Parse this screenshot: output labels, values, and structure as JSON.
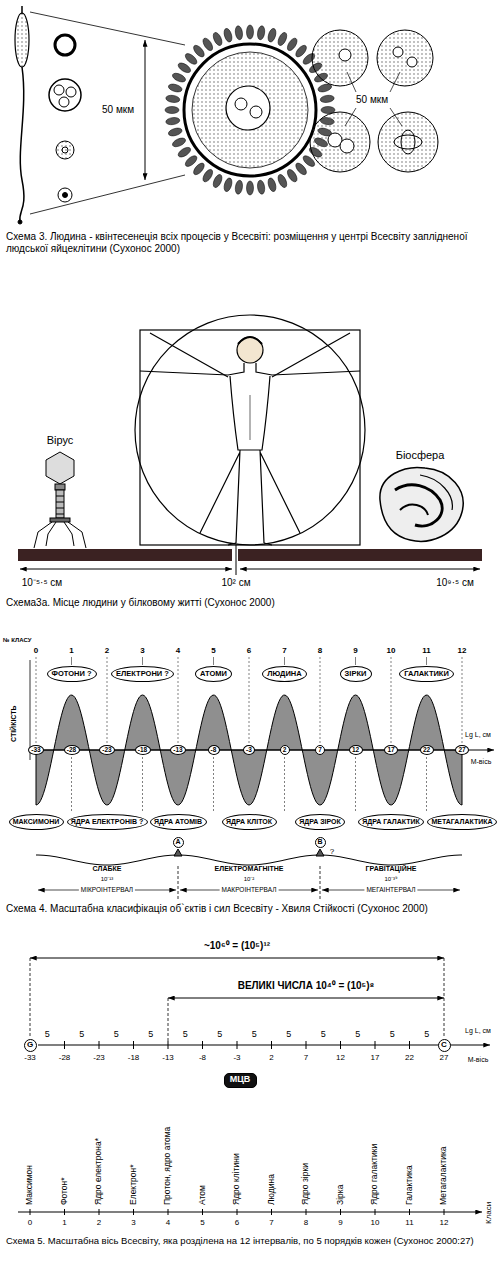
{
  "diagram": {
    "nodes": [
      {
        "text": [
          "ФОТОНИ ?"
        ]
      },
      {
        "text": [
          "ЕЛЕКТРОНИ ?"
        ]
      },
      {
        "text": [
          "АТОМИ"
        ]
      },
      {
        "text": [
          "ЛЮДИНА"
        ]
      },
      {
        "text": [
          "ЗІРКИ"
        ]
      },
      {
        "text": [
          "ГАЛАКТИКИ"
        ]
      },
      {
        "text": [
          "-33"
        ]
      },
      {
        "text": [
          "-28"
        ]
      },
      {
        "text": [
          "-23"
        ]
      },
      {
        "text": [
          "-18"
        ]
      },
      {
        "text": [
          "-13"
        ]
      },
      {
        "text": [
          "-8"
        ]
      },
      {
        "text": [
          "-3"
        ]
      },
      {
        "text": [
          "2"
        ]
      },
      {
        "text": [
          "7"
        ]
      },
      {
        "text": [
          "12"
        ]
      },
      {
        "text": [
          "17"
        ]
      },
      {
        "text": [
          "22"
        ]
      },
      {
        "text": [
          "27"
        ]
      },
      {
        "text": [
          "МАКСИМОНИ"
        ]
      },
      {
        "text": [
          "ЯДРА ЕЛЕКТРОНІВ ?"
        ]
      },
      {
        "text": [
          "ЯДРА АТОМІВ"
        ]
      },
      {
        "text": [
          "ЯДРА КЛІТОК"
        ]
      },
      {
        "text": [
          "ЯДРА ЗІРОК"
        ]
      },
      {
        "text": [
          "ЯДРА ГАЛАКТИК"
        ]
      },
      {
        "text": [
          "МЕТАГАЛАКТИКА"
        ]
      },
      {
        "text": [
          "A"
        ]
      },
      {
        "text": [
          "B"
        ]
      },
      {
        "text": [
          "G"
        ]
      },
      {
        "text": [
          "C"
        ]
      },
      {
        "text": [
          "МЦВ"
        ]
      }
    ],
    "labels": [
      "50 мкм",
      "50 мкм",
      "Схема 3. Людина - квінтесенеція всіх процесів у Всесвіті: розміщення у центрі Всесвіту заплідненої людської яйцеклітини (Сухонос 2000)",
      "Вірус",
      "Біосфера",
      "10⁻⁵·⁵ см",
      "10² см",
      "10⁹·⁵ см",
      "Схема3а. Місце людини у білковому житті (Сухонос 2000)",
      "№ КЛАСУ",
      "0",
      "1",
      "2",
      "3",
      "4",
      "5",
      "6",
      "7",
      "8",
      "9",
      "10",
      "11",
      "12",
      "СТІЙКІСТЬ",
      "Lg L, см",
      "М-вісь",
      "СЛАБКЕ",
      "10⁻¹³",
      "ЕЛЕКТРОМАГНІТНЕ",
      "10⁻²",
      "ГРАВІТАЦІЙНЕ",
      "10⁻³⁹",
      "МІКРОІНТЕРВАЛ",
      "МАКРОІНТЕРВАЛ",
      "МЕГАІНТЕРВАЛ",
      "?",
      "Схема 4. Масштабна класифікація об`єктів і сил Всесвіту - Хвиля Стійкості (Сухонос 2000)",
      "~10⁶⁰ = (10⁵)¹²",
      "ВЕЛИКІ ЧИСЛА 10⁴⁰ = (10⁵)⁸",
      "5",
      "5",
      "5",
      "5",
      "5",
      "5",
      "5",
      "5",
      "5",
      "5",
      "5",
      "5",
      "Lg L, см",
      "-33",
      "-28",
      "-23",
      "-18",
      "-13",
      "-8",
      "-3",
      "2",
      "7",
      "12",
      "17",
      "22",
      "27",
      "М-вісь",
      "Максимон",
      "Фотон*",
      "Ядро електрона*",
      "Електрон*",
      "Протон, ядро атома",
      "Атом",
      "Ядро клітини",
      "Людина",
      "Ядро зірки",
      "Зірка",
      "Ядро галактики",
      "Галактика",
      "Метагалактика",
      "Класи",
      "0",
      "1",
      "2",
      "3",
      "4",
      "5",
      "6",
      "7",
      "8",
      "9",
      "10",
      "11",
      "12",
      "Схема 5. Масштабна вісь Всесвіту, яка розділена на 12 інтервалів, по 5 порядків кожен (Сухонос 2000:27)"
    ]
  }
}
